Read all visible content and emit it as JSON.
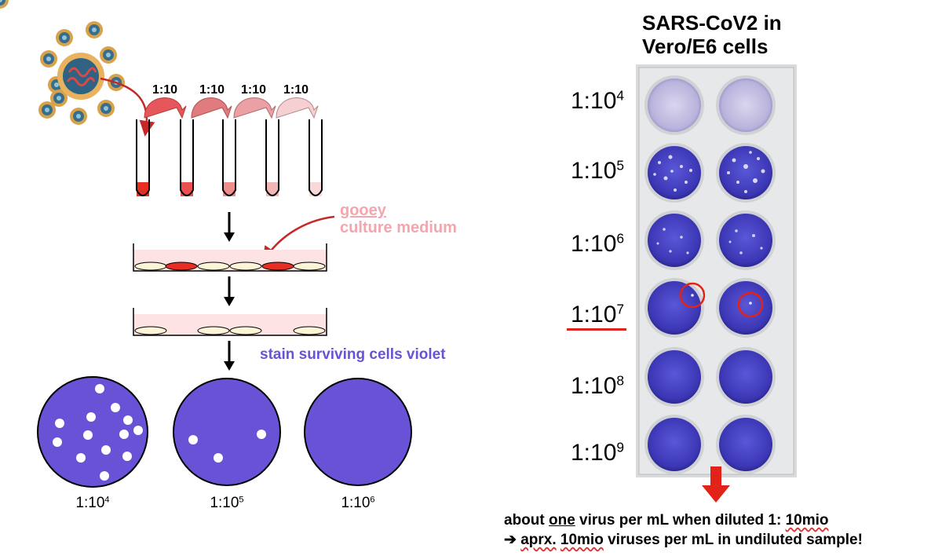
{
  "left_panel": {
    "dilution_steps": [
      "1:10",
      "1:10",
      "1:10",
      "1:10"
    ],
    "medium_label": {
      "line1": "gooey",
      "line2": "culture medium"
    },
    "stain_label": "stain surviving cells violet",
    "dishes": [
      {
        "base": "1:10",
        "exp": "4"
      },
      {
        "base": "1:10",
        "exp": "5"
      },
      {
        "base": "1:10",
        "exp": "6"
      }
    ]
  },
  "right_panel": {
    "title_line1": "SARS-CoV2 in",
    "title_line2": "Vero/E6 cells",
    "row_labels": [
      {
        "base": "1:10",
        "exp": "4"
      },
      {
        "base": "1:10",
        "exp": "5"
      },
      {
        "base": "1:10",
        "exp": "6"
      },
      {
        "base": "1:10",
        "exp": "7"
      },
      {
        "base": "1:10",
        "exp": "8"
      },
      {
        "base": "1:10",
        "exp": "9"
      }
    ],
    "highlighted_row": "1:10^7"
  },
  "conclusion": {
    "line1_pre": "about ",
    "line1_em": "one",
    "line1_post": " virus per mL when diluted 1: ",
    "line1_mio": "10mio",
    "line2_arrow": "➔ ",
    "line2_aprx": "aprx.",
    "line2_mid": " ",
    "line2_mio": "10mio",
    "line2_post": " viruses per mL in undiluted sample!"
  },
  "colors": {
    "violet": "#6a52d6",
    "plate_violet": "#5548c8",
    "pink_text": "#f4a6ae",
    "red": "#e2231a",
    "medium_fill": "#fde3e3",
    "cell_fill": "#fdf5d8"
  }
}
